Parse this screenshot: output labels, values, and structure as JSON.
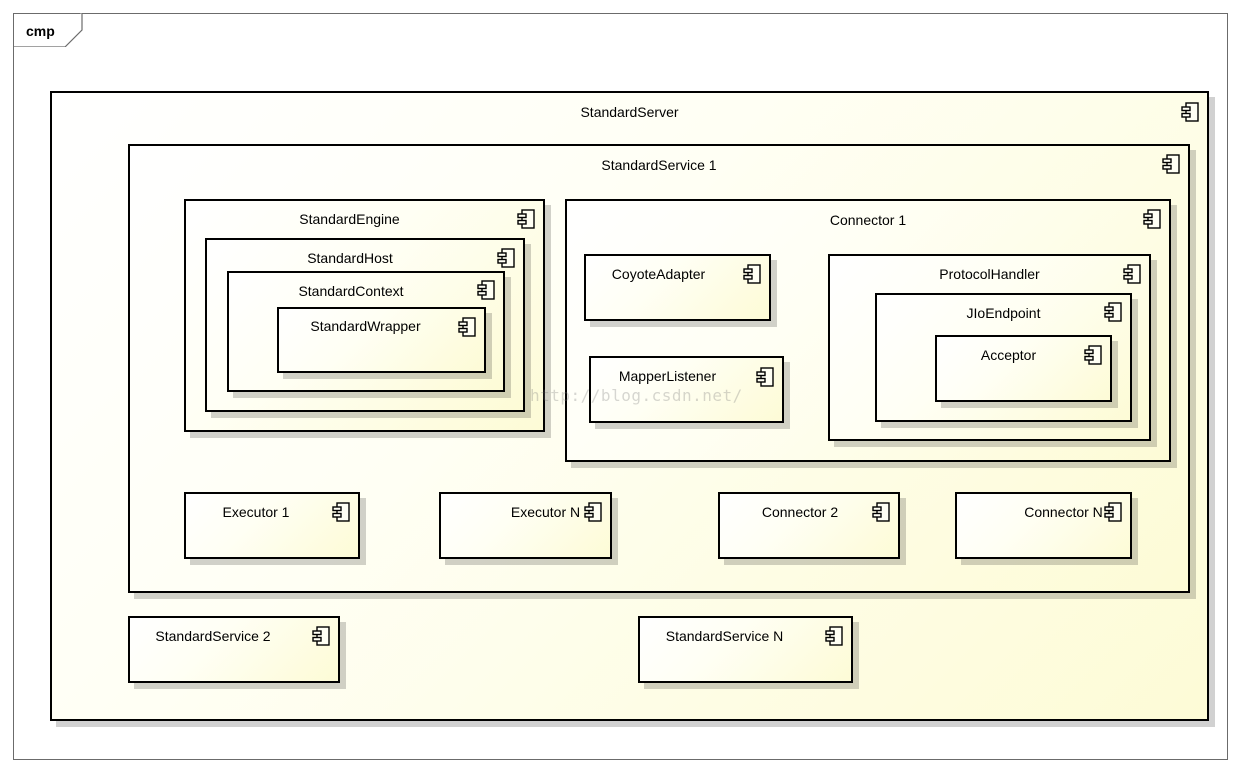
{
  "frame": {
    "tab_label": "cmp"
  },
  "components": {
    "server": "StandardServer",
    "service1": "StandardService 1",
    "engine": "StandardEngine",
    "host": "StandardHost",
    "context": "StandardContext",
    "wrapper": "StandardWrapper",
    "connector1": "Connector 1",
    "coyote_adapter": "CoyoteAdapter",
    "mapper_listener": "MapperListener",
    "protocol_handler": "ProtocolHandler",
    "jio_endpoint": "JIoEndpoint",
    "acceptor": "Acceptor",
    "executor1": "Executor 1",
    "executorN": "Executor N",
    "connector2": "Connector 2",
    "connectorN": "Connector N",
    "service2": "StandardService 2",
    "serviceN": "StandardService N"
  },
  "watermark": "http://blog.csdn.net/",
  "icons": {
    "component": "uml-component-icon"
  },
  "colors": {
    "fill_light": "#fffff4",
    "fill_dark": "#fdfbd6",
    "border": "#000000"
  }
}
